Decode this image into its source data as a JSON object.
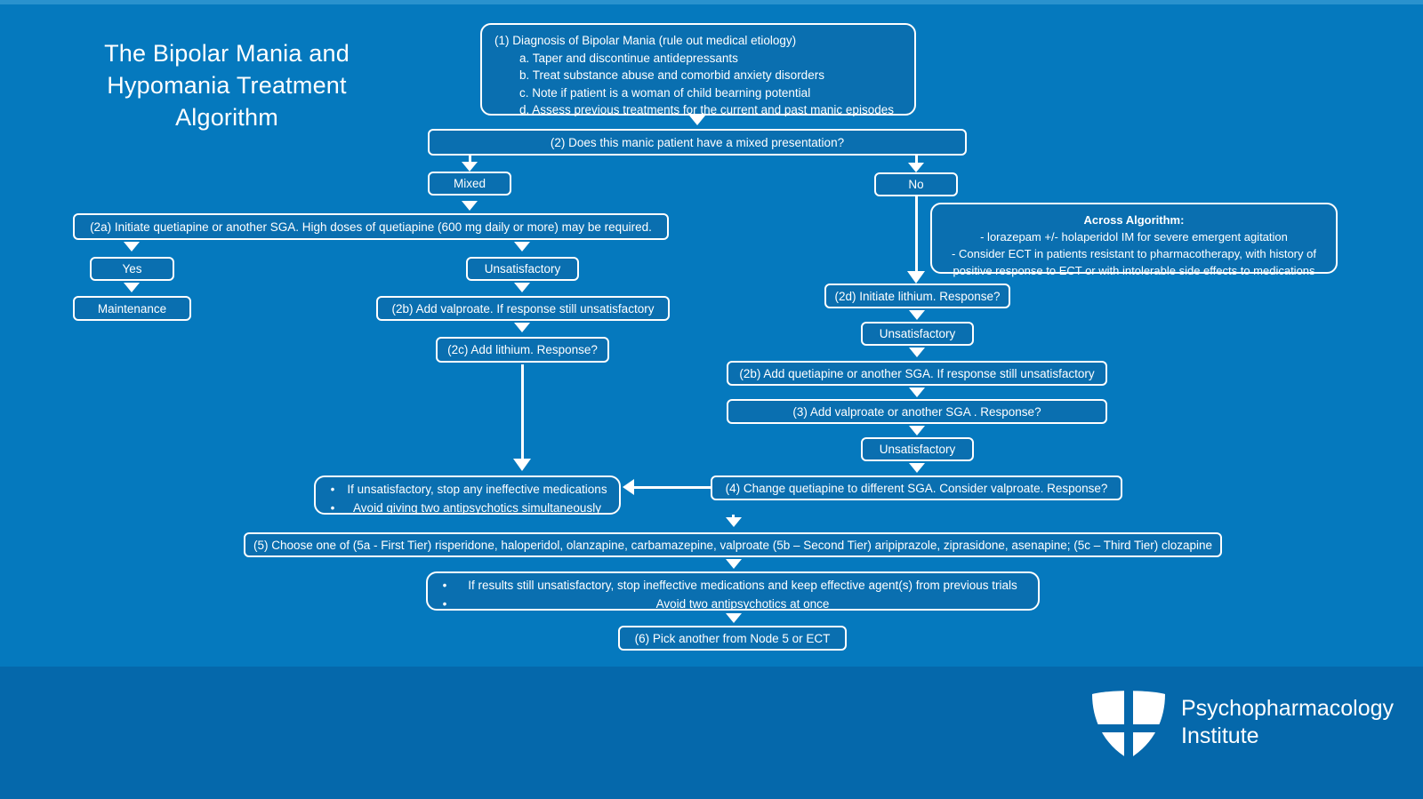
{
  "page": {
    "title": "The Bipolar Mania and Hypomania Treatment Algorithm",
    "title_lines": [
      "The Bipolar Mania and",
      "Hypomania Treatment",
      "Algorithm"
    ],
    "background_color": "#0579BE",
    "footer_color": "#0568AB",
    "node_fill_color": "#0A6FB0",
    "node_border_color": "#FFFFFF",
    "text_color": "#FFFFFF"
  },
  "nodes": {
    "n1": {
      "lines": [
        "(1) Diagnosis of Bipolar Mania (rule out medical etiology)",
        "a. Taper and discontinue antidepressants",
        "b. Treat substance abuse and comorbid anxiety disorders",
        "c. Note if patient is a woman of child bearning potential",
        "d. Assess previous treatments for the current and past manic episodes"
      ]
    },
    "n2": {
      "label": "(2) Does this manic patient have a mixed presentation?"
    },
    "mixed": {
      "label": "Mixed"
    },
    "no": {
      "label": "No"
    },
    "n2a": {
      "label": "(2a) Initiate quetiapine or another SGA. High doses of quetiapine (600 mg daily or more) may be required."
    },
    "yes": {
      "label": "Yes"
    },
    "maintenance": {
      "label": "Maintenance"
    },
    "unsat_left": {
      "label": "Unsatisfactory"
    },
    "n2b_left": {
      "label": "(2b) Add valproate. If response still unsatisfactory"
    },
    "n2c": {
      "label": "(2c) Add lithium. Response?"
    },
    "across": {
      "heading": "Across Algorithm:",
      "lines": [
        "- lorazepam +/- holaperidol IM for severe emergent agitation",
        "- Consider ECT in patients resistant to pharmacotherapy, with history of",
        "positive response to ECT or with intolerable side effects to medications"
      ]
    },
    "n2d": {
      "label": "(2d) Initiate lithium. Response?"
    },
    "unsat_right_1": {
      "label": "Unsatisfactory"
    },
    "n2b_right": {
      "label": "(2b) Add quetiapine or another SGA. If response still unsatisfactory"
    },
    "n3": {
      "label": "(3) Add valproate or another SGA . Response?"
    },
    "unsat_right_2": {
      "label": "Unsatisfactory"
    },
    "n4": {
      "label": "(4) Change quetiapine to different SGA. Consider valproate. Response?"
    },
    "bullets_mid": {
      "bullet_char": "•",
      "items": [
        "If unsatisfactory, stop any ineffective medications",
        "Avoid giving two antipsychotics simultaneously"
      ]
    },
    "n5": {
      "label": "(5) Choose one of (5a - First Tier) risperidone, haloperidol, olanzapine, carbamazepine, valproate (5b – Second Tier) aripiprazole, ziprasidone, asenapine; (5c – Third Tier) clozapine"
    },
    "bullets_bottom": {
      "bullet_char": "•",
      "items": [
        "If results still unsatisfactory, stop ineffective medications and keep effective agent(s) from previous trials",
        "Avoid two antipsychotics at once"
      ]
    },
    "n6": {
      "label": "(6) Pick another from Node 5 or ECT"
    }
  },
  "footer": {
    "brand_line1": "Psychopharmacology",
    "brand_line2": "Institute",
    "logo_icon": "shield-logo"
  }
}
